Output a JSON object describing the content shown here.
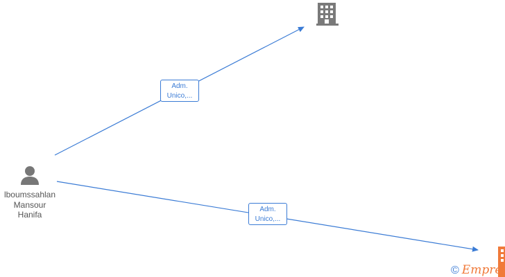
{
  "nodes": {
    "person": {
      "name_lines": [
        "lboumssahlan",
        "Mansour",
        "Hanifa"
      ]
    }
  },
  "edges": [
    {
      "label_lines": [
        "Adm.",
        "Unico,..."
      ]
    },
    {
      "label_lines": [
        "Adm.",
        "Unico,..."
      ]
    }
  ],
  "watermark": {
    "symbol": "©",
    "brand": "Empresia"
  },
  "colors": {
    "edge": "#3a7bd5",
    "person_icon": "#777777",
    "company_icon": "#7a7a7a",
    "company_icon_highlight": "#f07a3a"
  }
}
